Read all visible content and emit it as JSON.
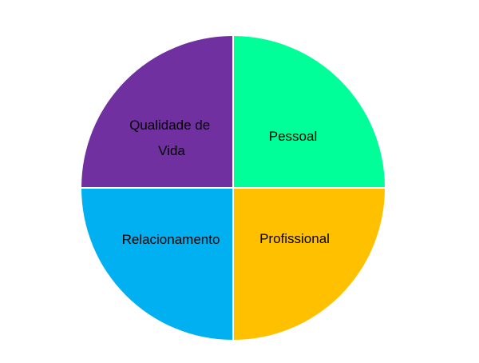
{
  "diagram": {
    "colors": {
      "top_right": "#00FF99",
      "top_left": "#7030A0",
      "bottom_left": "#00B0F0",
      "bottom_right": "#FFC000",
      "divider": "#ffffff"
    },
    "quadrants": [
      {
        "id": "top_right",
        "label_lines": [
          "Pessoal"
        ]
      },
      {
        "id": "top_left",
        "label_lines": [
          "Qualidade de",
          "Vida"
        ]
      },
      {
        "id": "bottom_left",
        "label_lines": [
          "Relacionamento"
        ]
      },
      {
        "id": "bottom_right",
        "label_lines": [
          "Profissional"
        ]
      }
    ]
  }
}
